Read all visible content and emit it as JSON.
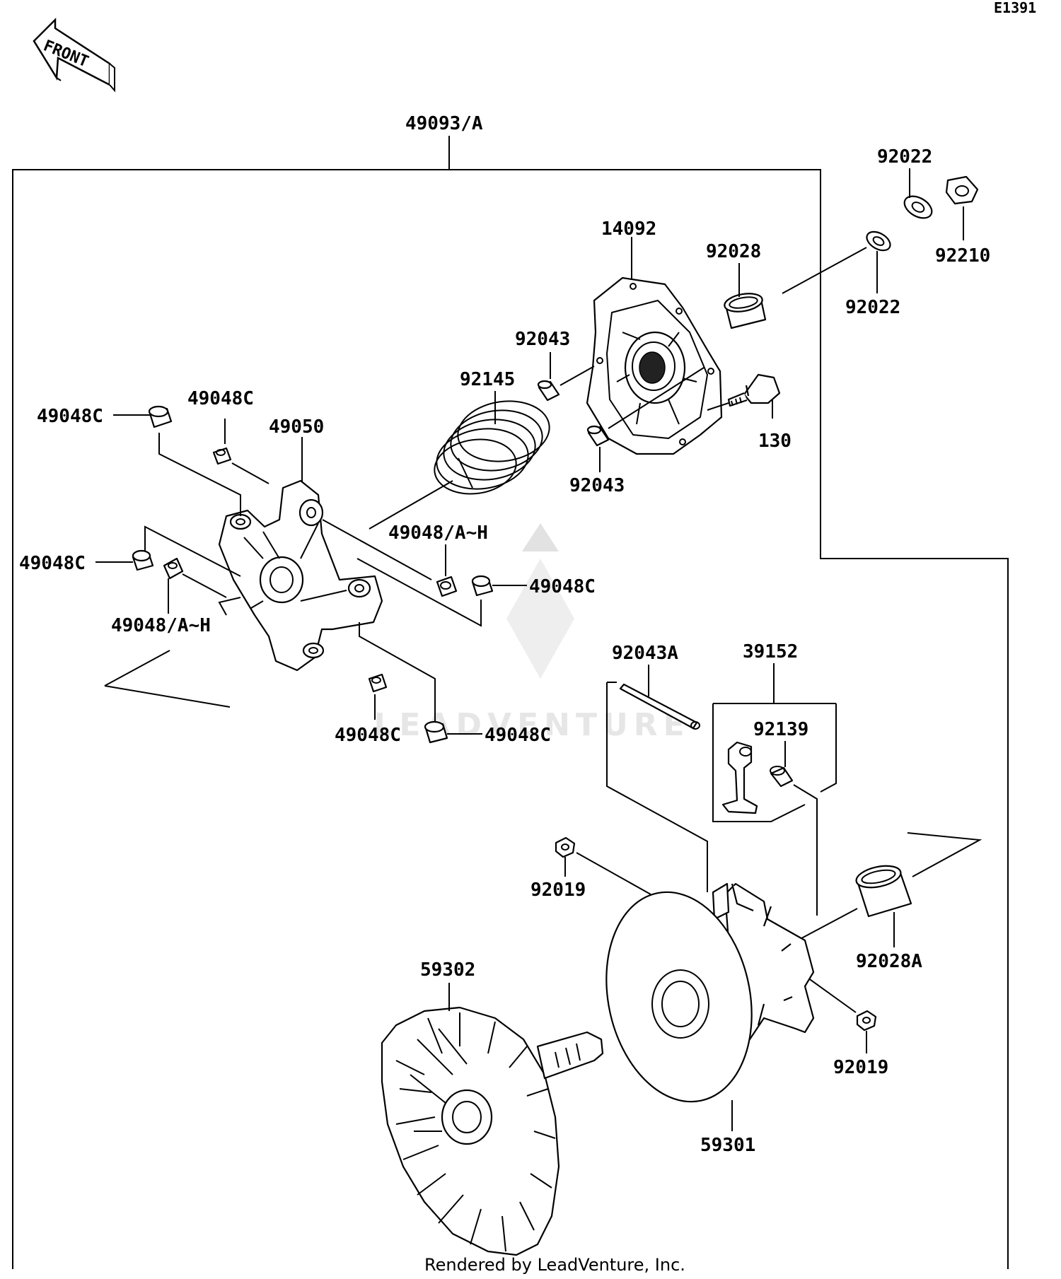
{
  "diagram_id": "E1391",
  "front_label": "FRONT",
  "footer": "Rendered by LeadVenture, Inc.",
  "watermark": "LEADVENTURE",
  "labels": {
    "p49093A": "49093/A",
    "p92022_top": "92022",
    "p92210": "92210",
    "p92022_low": "92022",
    "p14092": "14092",
    "p92028": "92028",
    "p92043_top": "92043",
    "p92145": "92145",
    "p92043_low": "92043",
    "p130": "130",
    "p49048C_a": "49048C",
    "p49048C_b": "49048C",
    "p49050": "49050",
    "p49048AH_a": "49048/A~H",
    "p49048C_c": "49048C",
    "p49048C_d": "49048C",
    "p49048AH_b": "49048/A~H",
    "p49048C_e": "49048C",
    "p49048C_f": "49048C",
    "p92043A": "92043A",
    "p39152": "39152",
    "p92139": "92139",
    "p92019_a": "92019",
    "p92028A": "92028A",
    "p59302": "59302",
    "p92019_b": "92019",
    "p59301": "59301"
  }
}
